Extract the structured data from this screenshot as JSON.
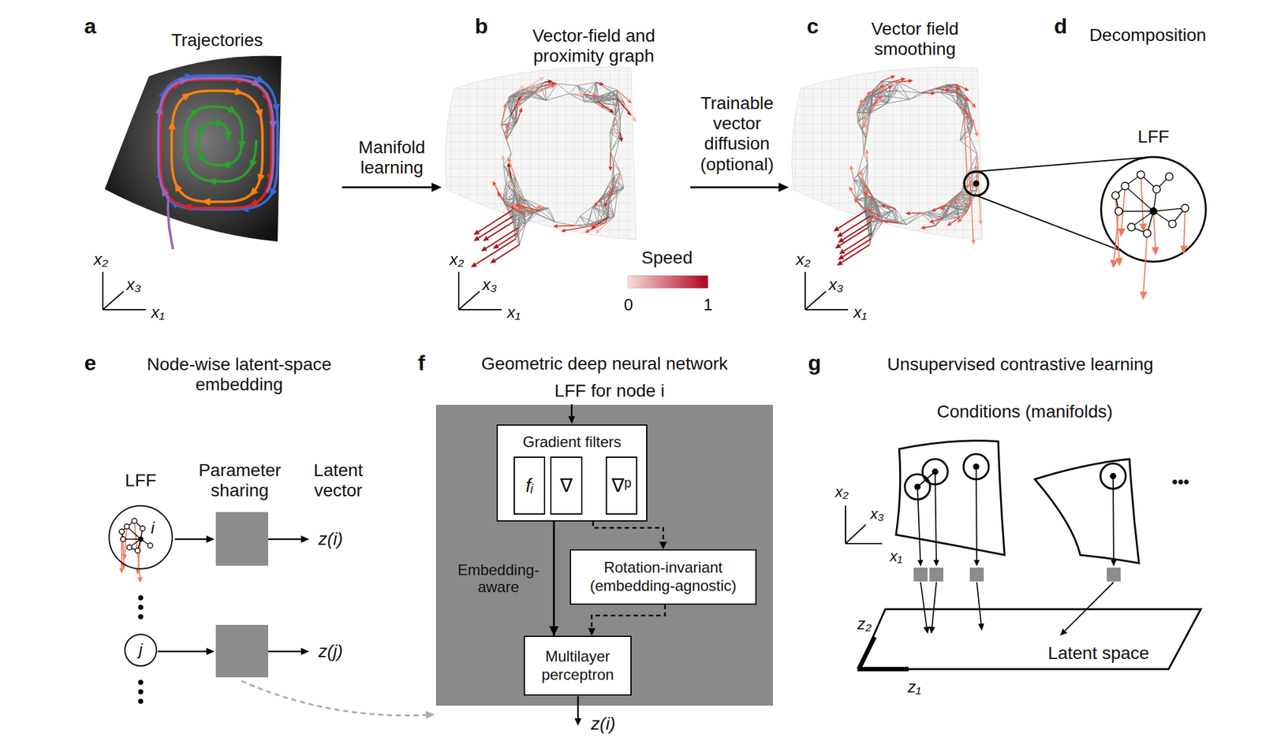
{
  "diagram": {
    "nodes": [
      {
        "text": [
          "Geometric deep neural network"
        ]
      },
      {
        "text": [
          "Gradient filters"
        ],
        "in": 0
      },
      {
        "text": [
          "fᵢ"
        ],
        "in": 1
      },
      {
        "text": [
          "∇"
        ],
        "in": 1
      },
      {
        "text": [
          "∇ᵖ"
        ],
        "in": 1
      },
      {
        "text": [
          "Rotation-invariant (embedding-agnostic)"
        ],
        "in": 0
      },
      {
        "text": [
          "Multilayer perceptron"
        ],
        "in": 0
      },
      {
        "text": [
          "LFF",
          "i"
        ]
      },
      {
        "text": [
          "j"
        ]
      }
    ],
    "edges": [
      {
        "from": 1,
        "to": 6,
        "arrow": "to",
        "label": "Embedding-aware"
      },
      {
        "from": 1,
        "to": 5,
        "arrow": "to"
      },
      {
        "from": 5,
        "to": 6,
        "arrow": "to"
      }
    ],
    "labels": [
      "a",
      "Trajectories",
      "x₂",
      "x₃",
      "x₁",
      "Manifold learning",
      "b",
      "Vector-field and proximity graph",
      "x₂",
      "x₃",
      "x₁",
      "Speed",
      "0",
      "1",
      "Trainable vector diffusion (optional)",
      "c",
      "Vector field smoothing",
      "x₂",
      "x₃",
      "x₁",
      "d",
      "Decomposition",
      "LFF",
      "e",
      "Node-wise latent-space embedding",
      "Parameter sharing",
      "Latent vector",
      "z(i)",
      "z(j)",
      "f",
      "LFF for node i",
      "•••",
      "z(i)",
      "g",
      "Unsupervised contrastive learning",
      "Conditions (manifolds)",
      "x₂",
      "x₃",
      "x₁",
      "•••",
      "z₂",
      "z₁",
      "Latent space"
    ]
  }
}
